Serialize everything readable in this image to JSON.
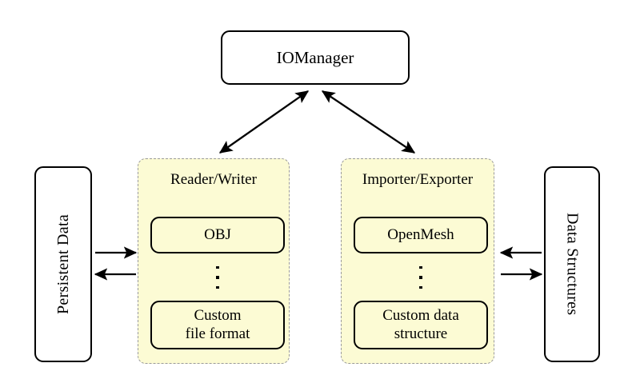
{
  "diagram": {
    "title_node": {
      "label": "IOManager"
    },
    "left_node": {
      "label": "Persistent Data"
    },
    "right_node": {
      "label": "Data Structures"
    },
    "groups": [
      {
        "id": "reader-writer",
        "title": "Reader/Writer",
        "items": [
          {
            "lines": [
              "OBJ"
            ]
          },
          {
            "lines": [
              "Custom",
              "file format"
            ]
          }
        ],
        "ellipsis": "vertical-ellipsis"
      },
      {
        "id": "importer-exporter",
        "title": "Importer/Exporter",
        "items": [
          {
            "lines": [
              "OpenMesh"
            ]
          },
          {
            "lines": [
              "Custom data",
              "structure"
            ]
          }
        ],
        "ellipsis": "vertical-ellipsis"
      }
    ],
    "connections": [
      {
        "name": "iomanager-reader-writer",
        "kind": "double-arrow-icon"
      },
      {
        "name": "iomanager-importer-exporter",
        "kind": "double-arrow-icon"
      },
      {
        "name": "persistent-data-to-reader-writer",
        "kind": "arrow-right-icon"
      },
      {
        "name": "reader-writer-to-persistent-data",
        "kind": "arrow-left-icon"
      },
      {
        "name": "data-structures-to-importer-exporter",
        "kind": "arrow-left-icon"
      },
      {
        "name": "importer-exporter-to-data-structures",
        "kind": "arrow-right-icon"
      }
    ],
    "colors": {
      "panel_fill": "#fcfbd4",
      "panel_border": "#9a9a9a",
      "node_border": "#000000",
      "node_fill": "#ffffff",
      "background": "#ffffff"
    }
  }
}
